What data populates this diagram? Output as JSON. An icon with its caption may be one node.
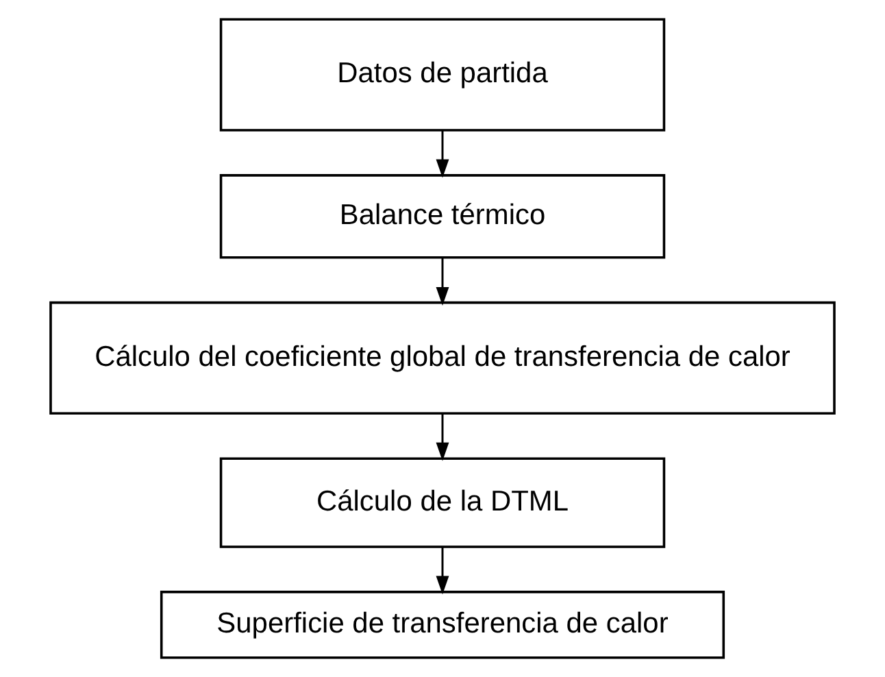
{
  "diagram": {
    "nodes": [
      {
        "text": [
          "Datos de partida"
        ]
      },
      {
        "text": [
          "Balance térmico"
        ]
      },
      {
        "text": [
          "Cálculo del coeficiente global de transferencia de calor"
        ]
      },
      {
        "text": [
          "Cálculo de la DTML"
        ]
      },
      {
        "text": [
          "Superficie de transferencia de calor"
        ]
      }
    ],
    "edges": [
      {
        "from": 0,
        "to": 1,
        "arrow": "to"
      },
      {
        "from": 1,
        "to": 2,
        "arrow": "to"
      },
      {
        "from": 2,
        "to": 3,
        "arrow": "to"
      },
      {
        "from": 3,
        "to": 4,
        "arrow": "to"
      }
    ]
  }
}
